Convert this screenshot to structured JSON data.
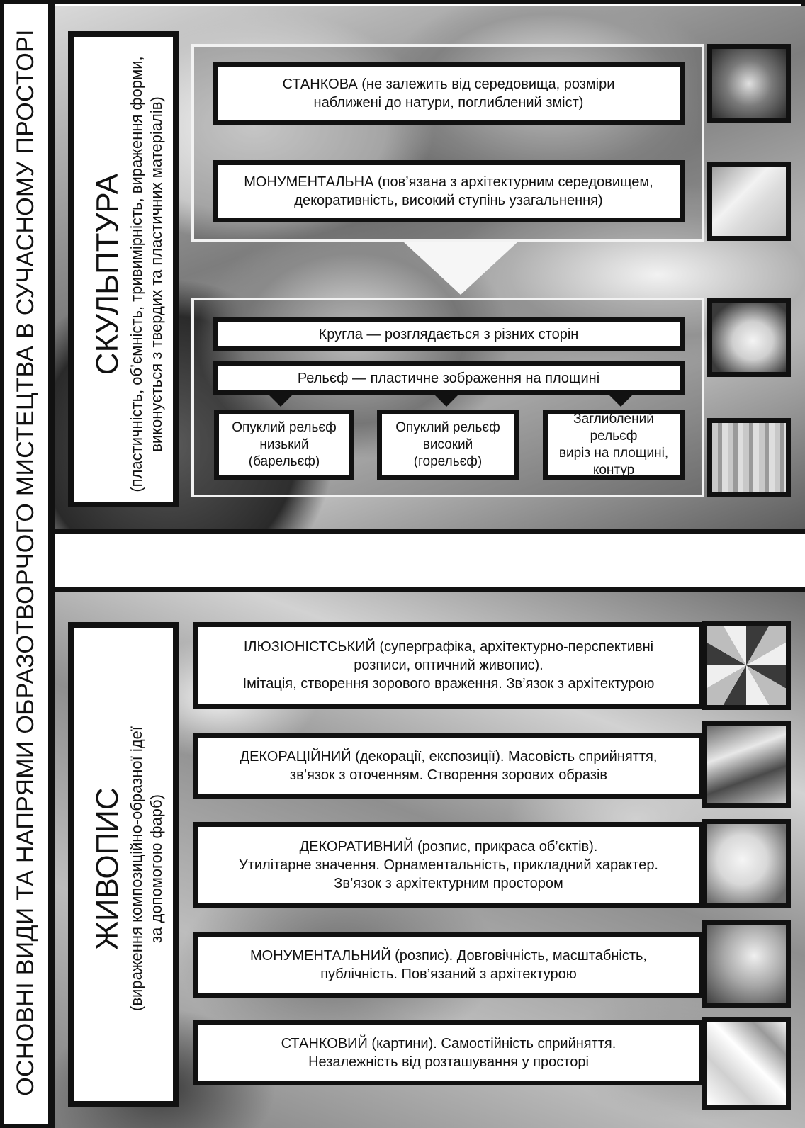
{
  "main_title": "ОСНОВНІ ВИДИ ТА НАПРЯМИ ОБРАЗОТВОРЧОГО МИСТЕЦТВА В СУЧАСНОМУ ПРОСТОРІ",
  "sculpture": {
    "name": "СКУЛЬПТУРА",
    "desc_line1": "(пластичність, об’ємність, тривимірність, вираження форми,",
    "desc_line2": "виконується з твердих та пластичних матеріалів)",
    "stankova_title": "СТАНКОВА",
    "stankova_l1": " (не залежить від середовища, розміри",
    "stankova_l2": "наближені до натури, поглиблений зміст)",
    "monumental_title": "МОНУМЕНТАЛЬНА",
    "monumental_l1": " (пов’язана з архітектурним середовищем,",
    "monumental_l2": "декоративність, високий ступінь узагальнення)",
    "round": "Кругла — розглядається з різних сторін",
    "relief": "Рельєф — пластичне зображення на площині",
    "relief_low": [
      "Опуклий рельєф",
      "низький",
      "(барельєф)"
    ],
    "relief_high": [
      "Опуклий рельєф",
      "високий",
      "(горельєф)"
    ],
    "relief_sunk": [
      "Заглиблений рельєф",
      "виріз на площині,",
      "контур"
    ]
  },
  "painting": {
    "name": "ЖИВОПИС",
    "desc_line1": "(вираження композиційно-образної ідеї",
    "desc_line2": "за допомогою фарб)",
    "illusion": [
      "ІЛЮЗІОНІСТСЬКИЙ (суперграфіка, архітектурно-перспективні",
      "розписи, оптичний живопис).",
      "Імітація, створення зорового враження. Зв’язок з архітектурою"
    ],
    "decoration": [
      "ДЕКОРАЦІЙНИЙ (декорації, експозиції). Масовість сприйняття,",
      "зв’язок з оточенням. Створення зорових образів"
    ],
    "decorative": [
      "ДЕКОРАТИВНИЙ (розпис, прикраса об’єктів).",
      "Утилітарне значення. Орнаментальність, прикладний характер.",
      "Зв’язок з архітектурним простором"
    ],
    "monumental": [
      "МОНУМЕНТАЛЬНИЙ (розпис). Довговічність, масштабність,",
      "публічність. Пов’язаний з  архітектурою"
    ],
    "easel": [
      "СТАНКОВИЙ (картини). Самостійність сприйняття.",
      "Незалежність від розташування у просторі"
    ]
  },
  "colors": {
    "border": "#111111",
    "box": "#ffffff"
  },
  "icons": [
    "sculpture-thumb-icon",
    "painting-thumb-icon"
  ]
}
